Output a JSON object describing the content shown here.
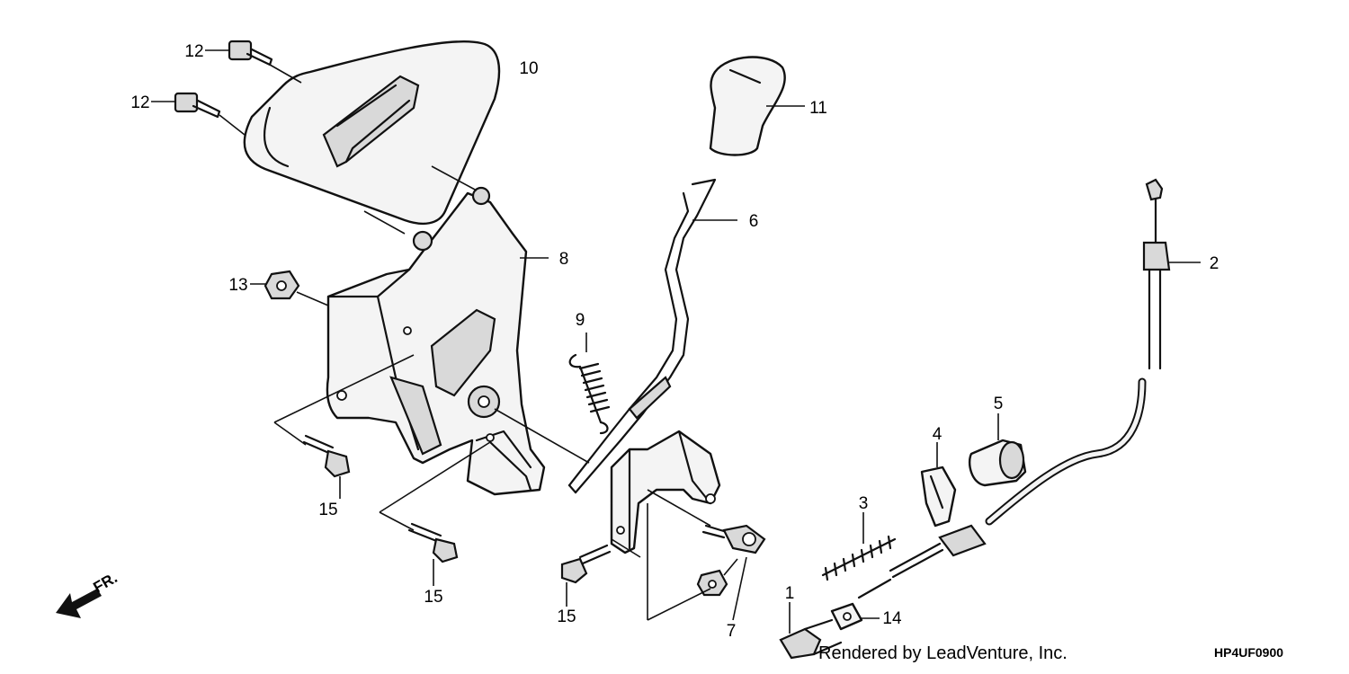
{
  "diagram": {
    "callouts": {
      "c1": "1",
      "c2": "2",
      "c3": "3",
      "c4": "4",
      "c5": "5",
      "c6": "6",
      "c7": "7",
      "c8": "8",
      "c9": "9",
      "c10": "10",
      "c11": "11",
      "c12a": "12",
      "c12b": "12",
      "c13": "13",
      "c14": "14",
      "c15a": "15",
      "c15b": "15",
      "c15c": "15"
    },
    "direction_label": "FR.",
    "credit": "Rendered by LeadVenture, Inc.",
    "drawing_code": "HP4UF0900"
  }
}
